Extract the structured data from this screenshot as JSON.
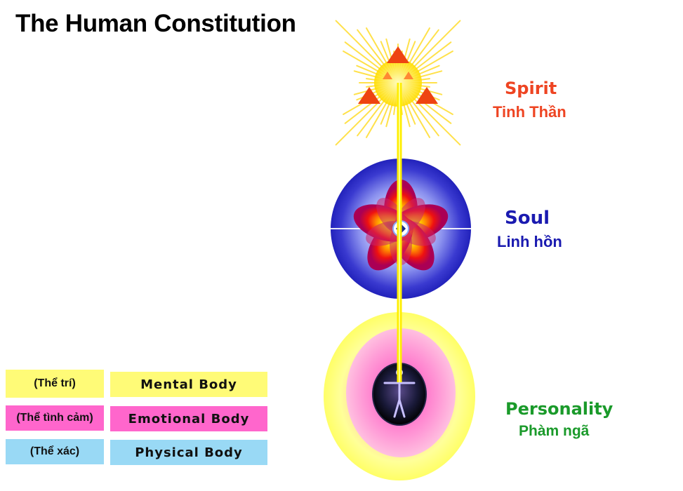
{
  "title": "The Human Constitution",
  "levels": {
    "spirit": {
      "label": "Spirit",
      "translation": "Tinh Thần",
      "color": "#ee4422"
    },
    "soul": {
      "label": "Soul",
      "translation": "Linh hồn",
      "color": "#1a1ab0"
    },
    "personality": {
      "label": "Personality",
      "translation": "Phàm ngã",
      "color": "#1a9a2a"
    }
  },
  "bodies": [
    {
      "translation": "(Thể trí)",
      "label": "Mental  Body",
      "color": "#fffb77"
    },
    {
      "translation": "(Thể tình cảm)",
      "label": "Emotional  Body",
      "color": "#ff66cc"
    },
    {
      "translation": "(Thể xác)",
      "label": "Physical  Body",
      "color": "#99d9f5"
    }
  ]
}
